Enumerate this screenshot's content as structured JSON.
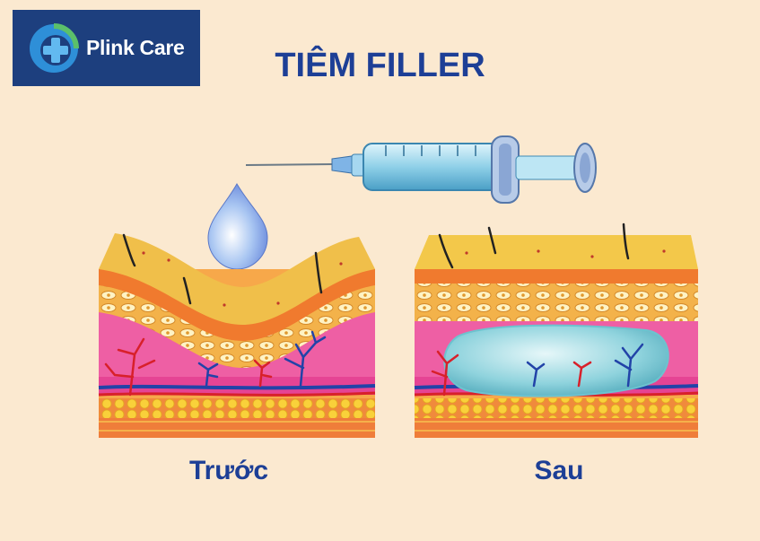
{
  "brand": {
    "name": "Plink Care"
  },
  "title": "TIÊM FILLER",
  "captions": {
    "before": "Trước",
    "after": "Sau"
  },
  "colors": {
    "navy": "#1d3f7e",
    "title_blue": "#1d3f96",
    "background": "#fbe9d0",
    "filler_blue": "#7fcbd8",
    "dermis_pink": "#ee5fa4",
    "fat_yellow": "#f6c542"
  },
  "icons": [
    "medical-cross-logo-icon",
    "syringe-icon",
    "water-drop-icon"
  ]
}
